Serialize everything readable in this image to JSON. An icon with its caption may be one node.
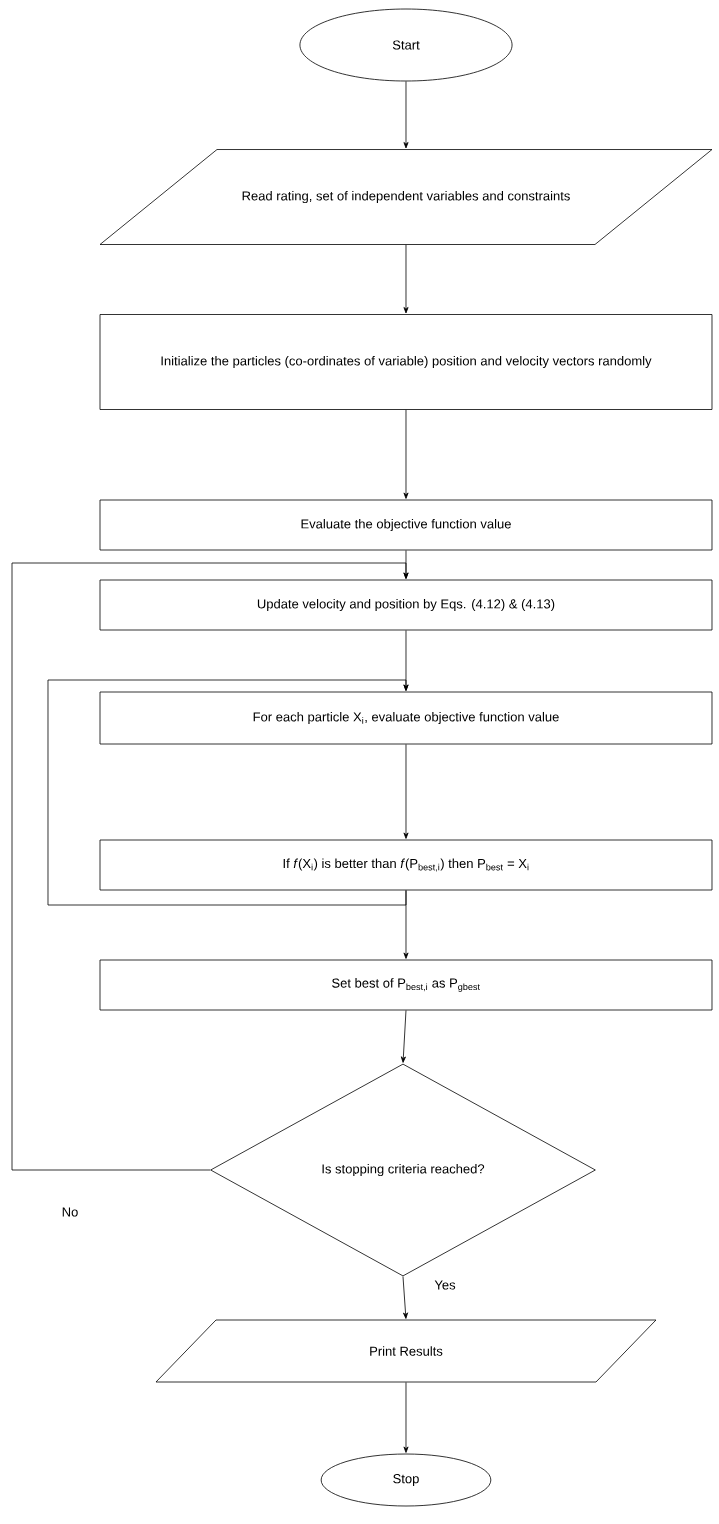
{
  "diagram": {
    "nodes": [
      {
        "text": [
          "Start"
        ]
      },
      {
        "text": [
          "Read rating, set of independent variables and constraints"
        ]
      },
      {
        "text": [
          "Initialize the particles (co-ordinates of variable) position and velocity vectors randomly"
        ]
      },
      {
        "text": [
          "Evaluate the objective function value"
        ]
      },
      {
        "text": [
          "Update velocity  and position by Eqs. (4.12) & (4.13)"
        ]
      },
      {
        "text": [
          "For each particle X$_{i}$, evaluate objective function value"
        ]
      },
      {
        "text": [
          "If *f*(X$_{i}$) is better than *f*(P$_{best,i}$) then P$_{best}$ = X$_{i}$"
        ]
      },
      {
        "text": [
          "Set best of P$_{best,i}$ as P$_{gbest}$"
        ]
      },
      {
        "text": [
          "Is stopping criteria reached?"
        ]
      },
      {
        "text": [
          "Print Results"
        ]
      },
      {
        "text": [
          "Stop"
        ]
      }
    ],
    "edges": [
      {
        "from": 0,
        "to": 1,
        "arrow": "to"
      },
      {
        "from": 1,
        "to": 2,
        "arrow": "to"
      },
      {
        "from": 2,
        "to": 3,
        "arrow": "to"
      },
      {
        "from": 3,
        "to": 4,
        "arrow": "to"
      },
      {
        "from": 4,
        "to": 5,
        "arrow": "to"
      },
      {
        "from": 5,
        "to": 6,
        "arrow": "to"
      },
      {
        "from": 6,
        "to": 5,
        "arrow": "to"
      },
      {
        "from": 6,
        "to": 7,
        "arrow": "to"
      },
      {
        "from": 7,
        "to": 8,
        "arrow": "to"
      },
      {
        "from": 8,
        "to": 4,
        "arrow": "to",
        "label": "No"
      },
      {
        "from": 8,
        "to": 9,
        "arrow": "to",
        "label": "Yes"
      },
      {
        "from": 9,
        "to": 10,
        "arrow": "to"
      }
    ]
  }
}
